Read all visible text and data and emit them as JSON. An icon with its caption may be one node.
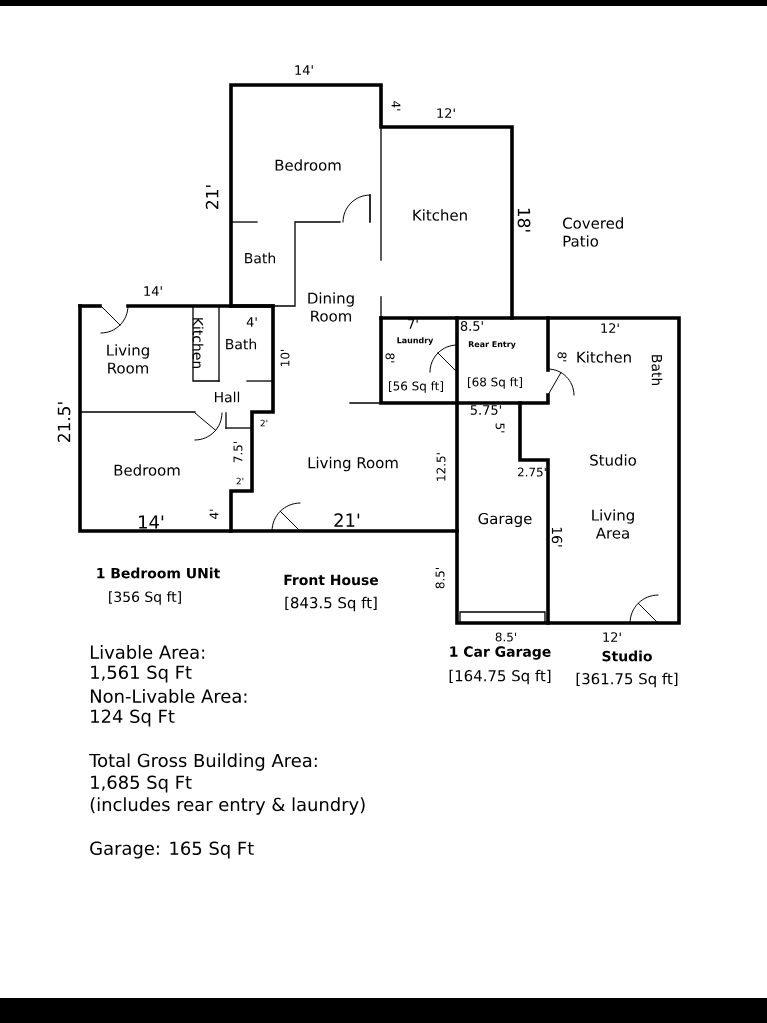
{
  "diagram": {
    "labels": [
      "14'",
      "4'",
      "12'",
      "Bedroom",
      "21'",
      "Kitchen",
      "18'",
      "Covered Patio",
      "Bath",
      "14'",
      "Dining Room",
      "Kitchen",
      "4'",
      "7'",
      "8.5'",
      "12'",
      "Living Room",
      "Bath",
      "10'",
      "Laundry",
      "Rear Entry",
      "8'",
      "8'",
      "Kitchen",
      "Bath",
      "[56 Sq ft]",
      "[68 Sq ft]",
      "Hall",
      "21.5'",
      "5.75'",
      "5'",
      "2'",
      "7.5'",
      "Studio",
      "Bedroom",
      "Living Room",
      "12.5'",
      "2.75'",
      "2'",
      "4'",
      "14'",
      "21'",
      "Garage",
      "Living Area",
      "16'",
      "1 Bedroom UNit",
      "Front House",
      "8.5'",
      "[356 Sq ft]",
      "[843.5 Sq ft]",
      "8.5'",
      "12'",
      "Livable Area:",
      "1 Car Garage",
      "Studio",
      "1,561 Sq Ft",
      "[164.75 Sq ft]",
      "[361.75 Sq ft]",
      "Non-Livable Area:",
      "124 Sq Ft",
      "Total Gross Building Area:",
      "1,685 Sq Ft",
      "(includes rear entry & laundry)",
      "Garage: 165 Sq Ft"
    ]
  }
}
